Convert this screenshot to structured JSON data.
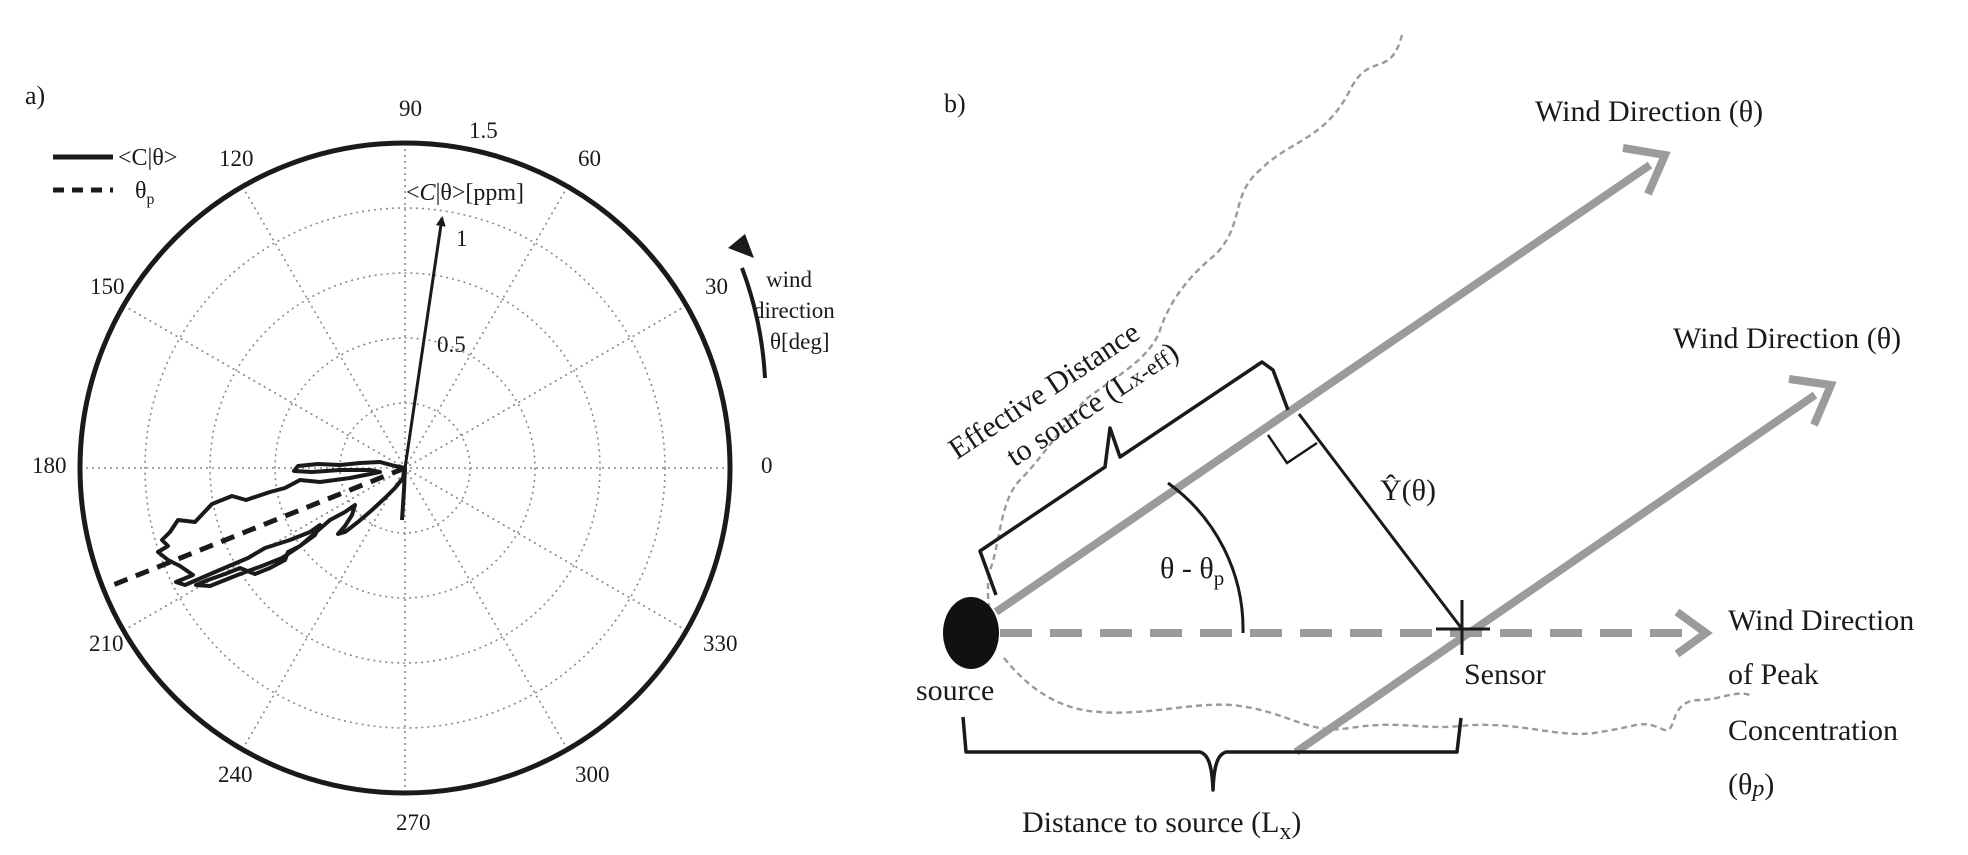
{
  "panel_a": {
    "label": "a)",
    "legend": {
      "solid": "<C|θ>",
      "dashed_base": "θ",
      "dashed_sub": "p"
    },
    "angle_labels": [
      "90",
      "60",
      "30",
      "0",
      "330",
      "300",
      "270",
      "240",
      "210",
      "180",
      "150",
      "120"
    ],
    "radial_labels": [
      "1.5",
      "1",
      "0.5"
    ],
    "conc_label": {
      "pre": "<",
      "var": "C",
      "post": "|θ>[ppm]"
    },
    "wind_label": [
      "wind",
      "direction",
      "θ[deg]"
    ]
  },
  "panel_b": {
    "label": "b)",
    "wind_dir_1": "Wind Direction  (θ)",
    "wind_dir_2": "Wind Direction (θ)",
    "peak_dir": [
      "Wind Direction",
      "of  Peak",
      "Concentration"
    ],
    "peak_sym": {
      "base": "(θ",
      "sub": "p",
      "end": ")"
    },
    "effective_1": "Effective Distance",
    "effective_2_pre": "to source (L",
    "effective_2_sub": "x-eff",
    "effective_2_post": ")",
    "yhat": "Ŷ(θ)",
    "theta_diff": {
      "pre": "θ - θ",
      "sub": "p"
    },
    "source": "source",
    "sensor": "Sensor",
    "distance": {
      "pre": "Distance to source (L",
      "sub": "x",
      "post": ")"
    }
  }
}
